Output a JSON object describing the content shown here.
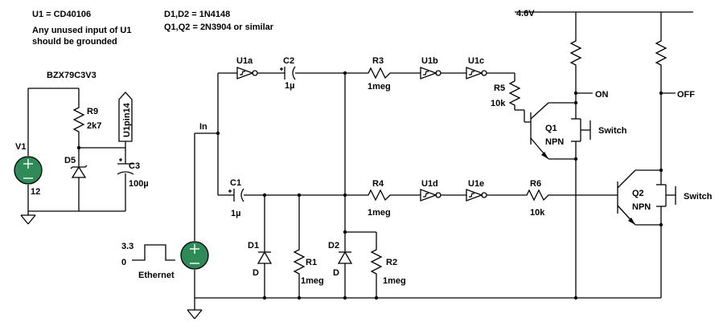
{
  "notes": {
    "u1": "U1 = CD40106",
    "unused1": "Any unused input of U1",
    "unused2": "should be grounded",
    "diodes": "D1,D2 = 1N4148",
    "transistors": "Q1,Q2 = 2N3904 or similar"
  },
  "zener_model": "BZX79C3V3",
  "supply": {
    "label": "4.6V"
  },
  "sources": {
    "v1": {
      "name": "V1",
      "value": "12"
    },
    "ethernet": {
      "high": "3.3",
      "low": "0",
      "name": "Ethernet"
    }
  },
  "nets": {
    "in": "In",
    "on": "ON",
    "off": "OFF",
    "u1pin14": "U1pin14"
  },
  "components": {
    "r9": {
      "name": "R9",
      "value": "2k7"
    },
    "d5": {
      "name": "D5"
    },
    "c3": {
      "name": "C3",
      "value": "100µ"
    },
    "c1": {
      "name": "C1",
      "value": "1µ"
    },
    "c2": {
      "name": "C2",
      "value": "1µ"
    },
    "r1": {
      "name": "R1",
      "value": "1meg"
    },
    "r2": {
      "name": "R2",
      "value": "1meg"
    },
    "r3": {
      "name": "R3",
      "value": "1meg"
    },
    "r4": {
      "name": "R4",
      "value": "1meg"
    },
    "r5": {
      "name": "R5",
      "value": "10k"
    },
    "r6": {
      "name": "R6",
      "value": "10k"
    },
    "d1": {
      "name": "D1",
      "value": "D"
    },
    "d2": {
      "name": "D2",
      "value": "D"
    },
    "u1a": {
      "name": "U1a"
    },
    "u1b": {
      "name": "U1b"
    },
    "u1c": {
      "name": "U1c"
    },
    "u1d": {
      "name": "U1d"
    },
    "u1e": {
      "name": "U1e"
    },
    "q1": {
      "name": "Q1",
      "type": "NPN"
    },
    "q2": {
      "name": "Q2",
      "type": "NPN"
    },
    "sw1": {
      "label": "Switch"
    },
    "sw2": {
      "label": "Switch"
    }
  },
  "colors": {
    "source_fill": "#2e8b57",
    "wire": "#000000",
    "background": "#ffffff"
  }
}
